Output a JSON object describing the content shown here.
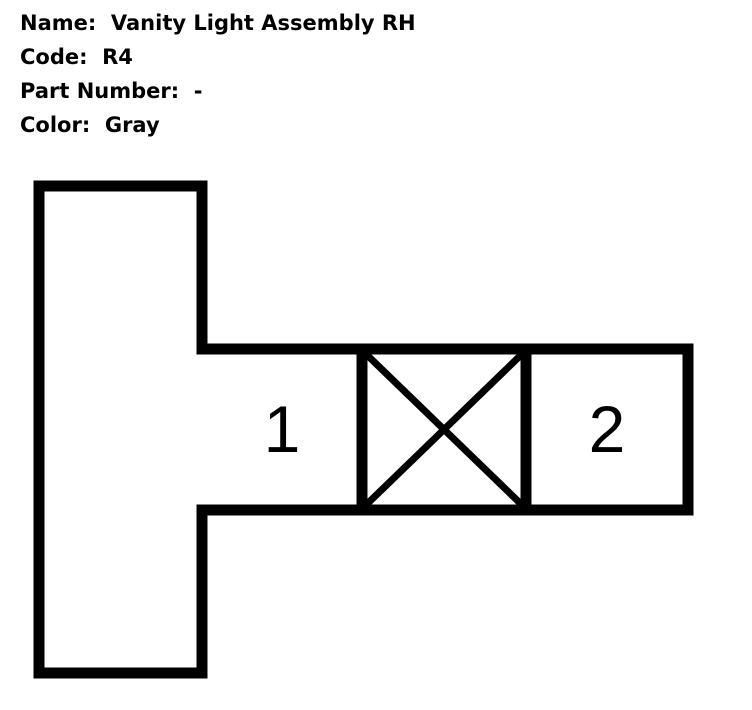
{
  "connector": {
    "name_label": "Name:",
    "name_value": "Vanity Light Assembly RH",
    "code_label": "Code:",
    "code_value": "R4",
    "part_number_label": "Part Number:",
    "part_number_value": "-",
    "color_label": "Color:",
    "color_value": "Gray"
  },
  "pins": {
    "pin_1": "1",
    "pin_2": "2"
  }
}
